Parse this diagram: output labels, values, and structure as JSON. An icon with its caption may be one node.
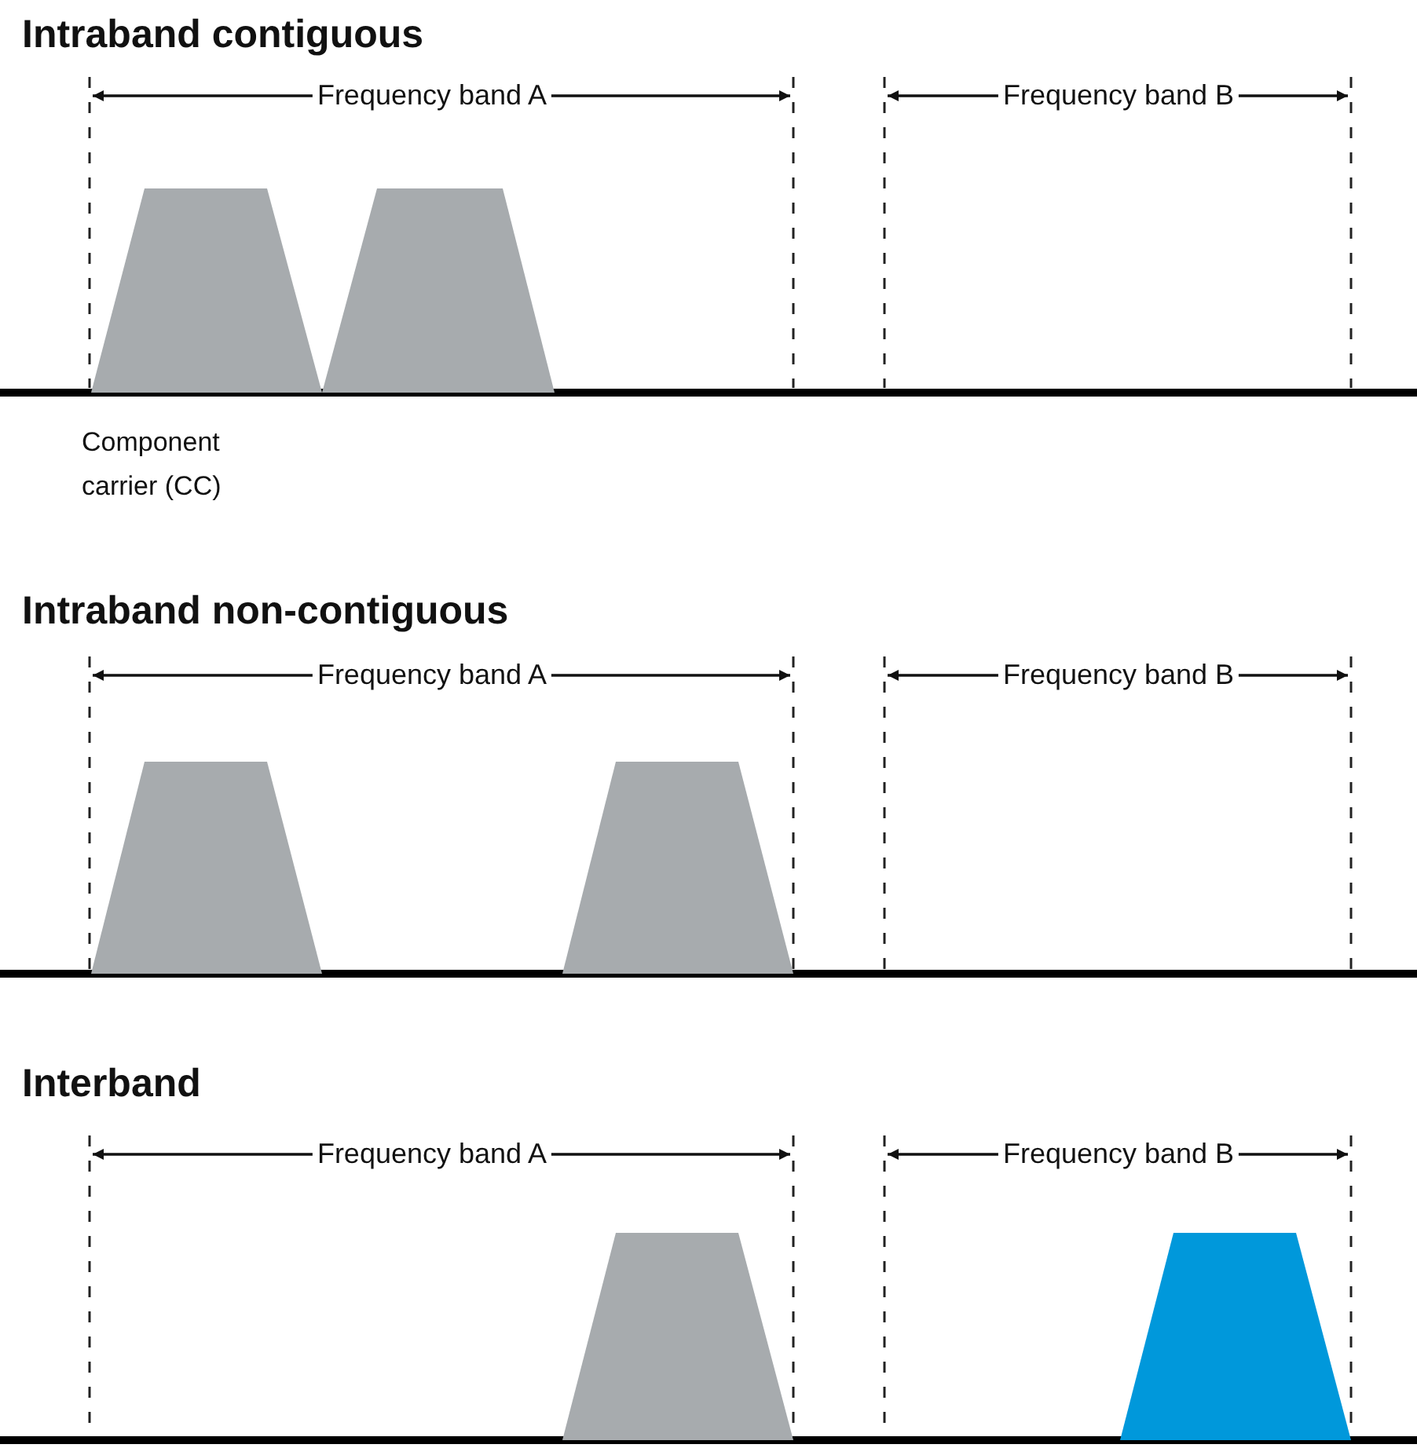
{
  "diagram": {
    "nodes": [
      {
        "text": [],
        "shape": "trapezoid"
      },
      {
        "text": [],
        "shape": "trapezoid"
      },
      {
        "text": [],
        "shape": "trapezoid"
      },
      {
        "text": [],
        "shape": "trapezoid"
      },
      {
        "text": [],
        "shape": "trapezoid"
      },
      {
        "text": [],
        "shape": "trapezoid"
      }
    ],
    "labels": [
      "Intraband contiguous",
      "Frequency band A",
      "Frequency band B",
      "Component carrier (CC)",
      "Intraband non-contiguous",
      "Frequency band A",
      "Frequency band B",
      "Interband",
      "Frequency band A",
      "Frequency band B"
    ]
  }
}
